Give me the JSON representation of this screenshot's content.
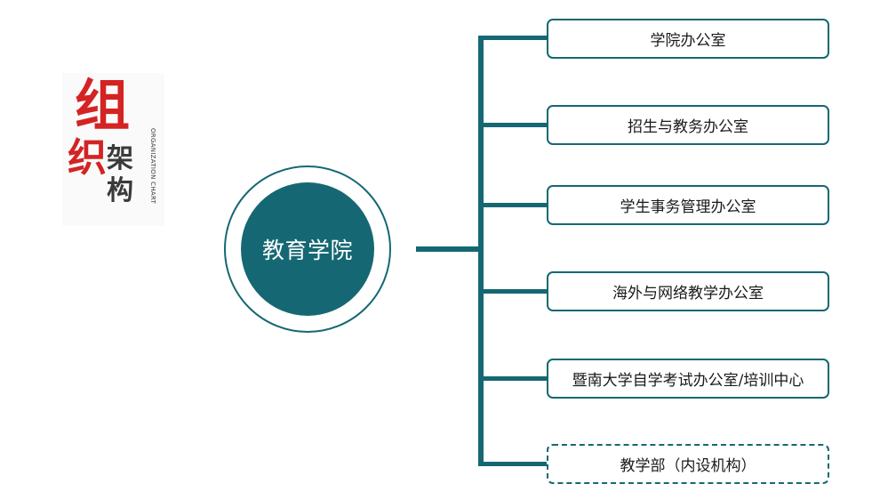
{
  "logo": {
    "char_1": "组",
    "char_2": "织",
    "char_3": "架",
    "char_4": "构",
    "english": "ORGANIZATION CHART"
  },
  "root": {
    "label": "教育学院"
  },
  "departments": [
    {
      "label": "学院办公室",
      "dashed": false
    },
    {
      "label": "招生与教务办公室",
      "dashed": false
    },
    {
      "label": "学生事务管理办公室",
      "dashed": false
    },
    {
      "label": "海外与网络教学办公室",
      "dashed": false
    },
    {
      "label": "暨南大学自学考试办公室/培训中心",
      "dashed": false
    },
    {
      "label": "教学部（内设机构）",
      "dashed": true
    }
  ],
  "colors": {
    "primary": "#156873",
    "logo_red": "#d42323",
    "logo_dark": "#3a3a3a"
  }
}
